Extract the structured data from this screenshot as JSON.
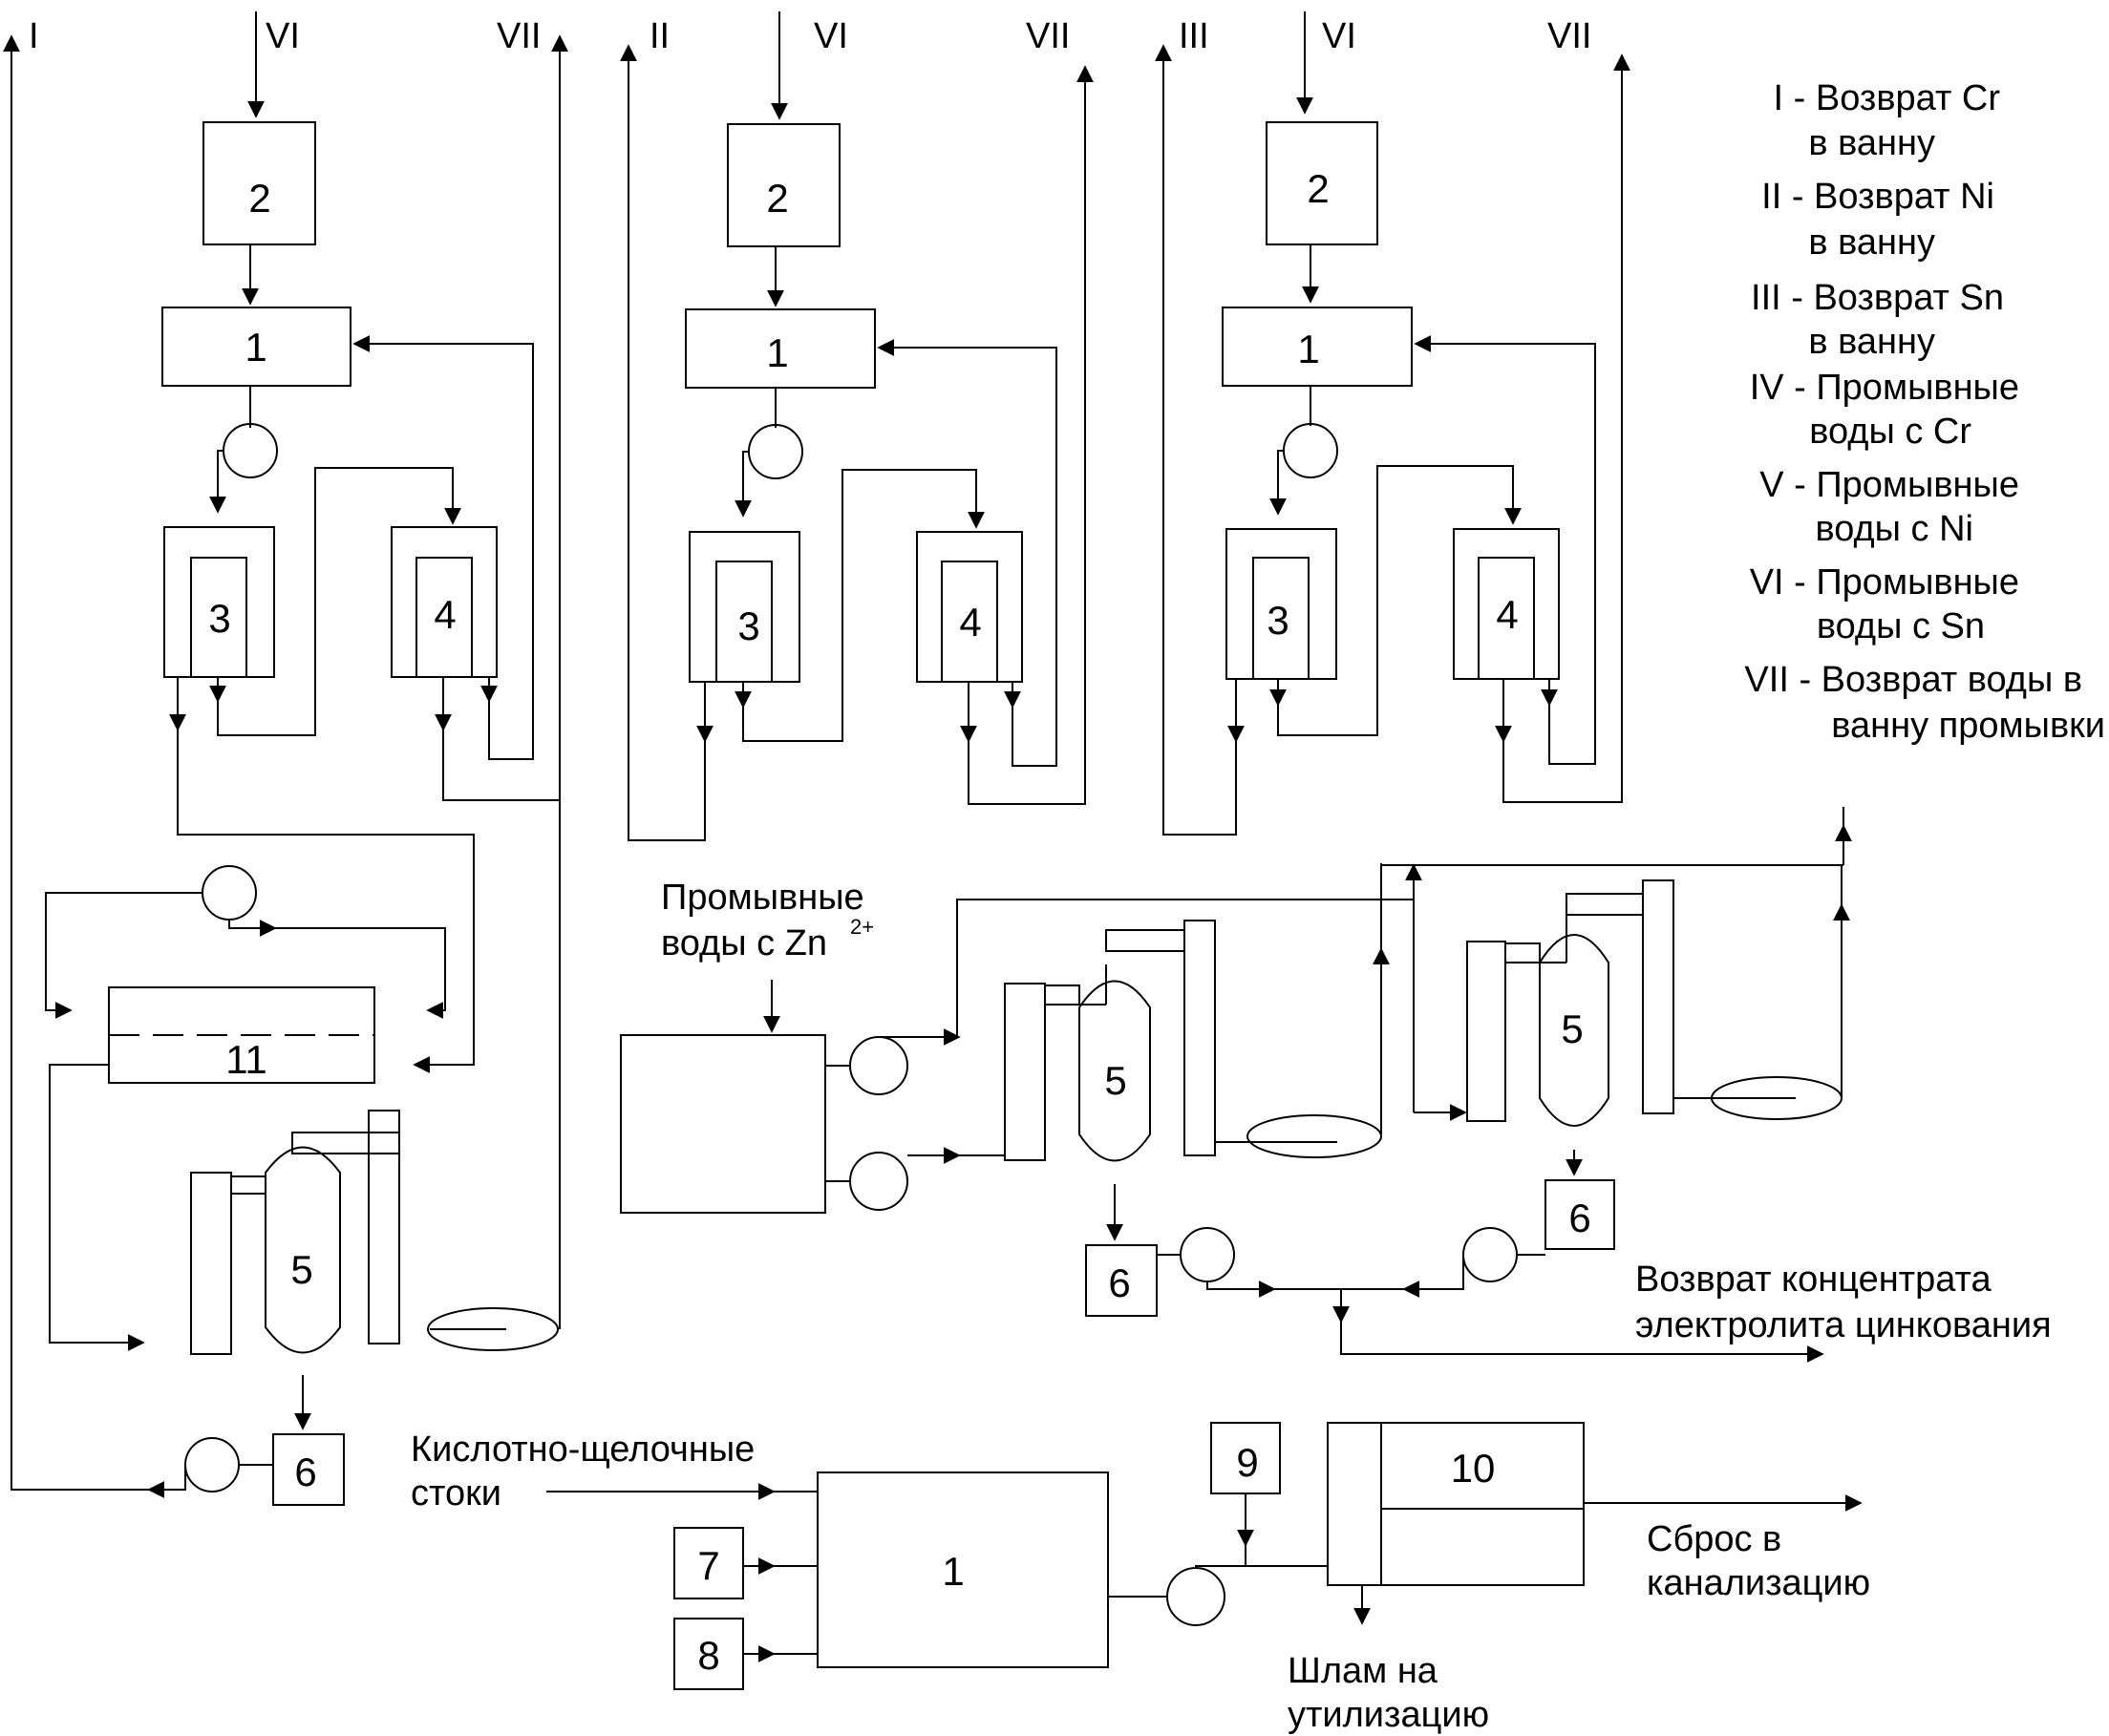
{
  "top_labels": {
    "a_left": "I",
    "a_mid": "VI",
    "a_right": "VII",
    "b_left": "II",
    "b_mid": "VI",
    "b_right": "VII",
    "c_left": "III",
    "c_mid": "VI",
    "c_right": "VII"
  },
  "units": {
    "filter": "1",
    "mixer": "2",
    "cation_column": "3",
    "anion_column": "4",
    "evaporator": "5",
    "collector": "6",
    "reagent_7": "7",
    "reagent_8": "8",
    "reagent_9": "9",
    "press_filter": "10",
    "electrodialyzer": "11"
  },
  "legend": [
    {
      "line1": "I - Возврат Cr",
      "line2": "в ванну"
    },
    {
      "line1": "II - Возврат Ni",
      "line2": "в ванну"
    },
    {
      "line1": "III - Возврат Sn",
      "line2": "в ванну"
    },
    {
      "line1": "IV - Промывные",
      "line2": "воды с Cr"
    },
    {
      "line1": "V - Промывные",
      "line2": "воды с Ni"
    },
    {
      "line1": "VI - Промывные",
      "line2": "воды с Sn"
    },
    {
      "line1": "VII - Возврат воды в",
      "line2": "ванну промывки"
    }
  ],
  "labels": {
    "zn_line1": "Промывные",
    "zn_line2": "воды с Zn",
    "zn_sup": "2+",
    "zinc_return_line1": "Возврат концентрата",
    "zinc_return_line2": "электролита цинкования",
    "acid_line1": "Кислотно-щелочные",
    "acid_line2": "стоки",
    "discharge_line1": "Сброс в",
    "discharge_line2": "канализацию",
    "sludge_line1": "Шлам на",
    "sludge_line2": "утилизацию"
  }
}
